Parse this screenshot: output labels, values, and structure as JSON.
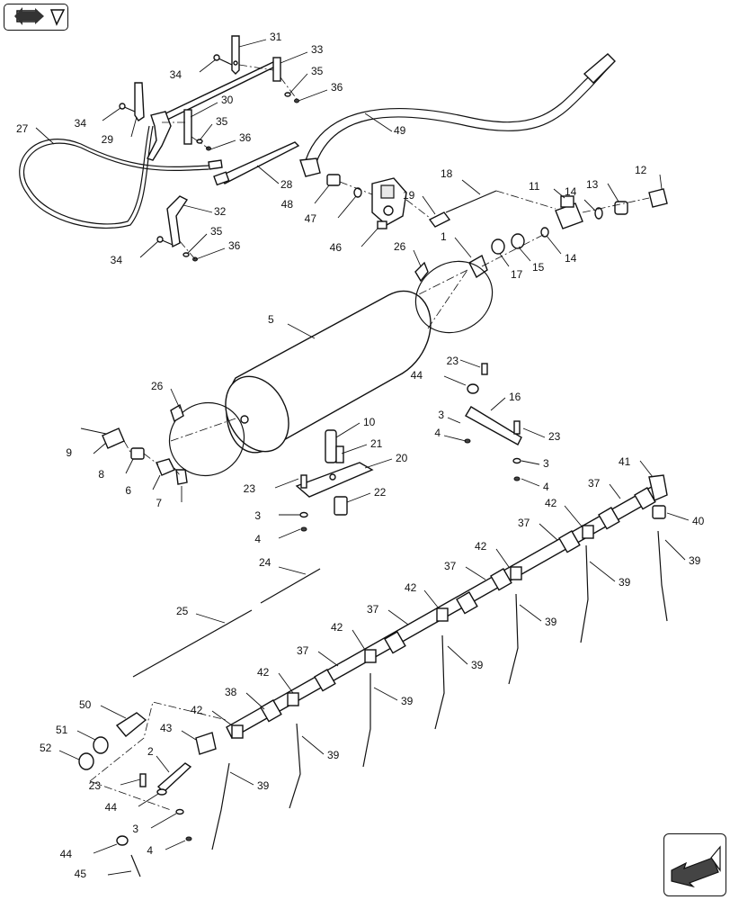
{
  "navigation": {
    "top_icon": "parts-catalog-nav-icon",
    "bottom_icon": "previous-page-arrow-icon"
  },
  "callouts": [
    {
      "id": "c31",
      "label": "31"
    },
    {
      "id": "c33",
      "label": "33"
    },
    {
      "id": "c35a",
      "label": "35"
    },
    {
      "id": "c36a",
      "label": "36"
    },
    {
      "id": "c34a",
      "label": "34"
    },
    {
      "id": "c30",
      "label": "30"
    },
    {
      "id": "c35b",
      "label": "35"
    },
    {
      "id": "c36b",
      "label": "36"
    },
    {
      "id": "c34b",
      "label": "34"
    },
    {
      "id": "c29",
      "label": "29"
    },
    {
      "id": "c27",
      "label": "27"
    },
    {
      "id": "c49",
      "label": "49"
    },
    {
      "id": "c28",
      "label": "28"
    },
    {
      "id": "c32",
      "label": "32"
    },
    {
      "id": "c35c",
      "label": "35"
    },
    {
      "id": "c36c",
      "label": "36"
    },
    {
      "id": "c34c",
      "label": "34"
    },
    {
      "id": "c18",
      "label": "18"
    },
    {
      "id": "c11",
      "label": "11"
    },
    {
      "id": "c14a",
      "label": "14"
    },
    {
      "id": "c13",
      "label": "13"
    },
    {
      "id": "c12",
      "label": "12"
    },
    {
      "id": "c48",
      "label": "48"
    },
    {
      "id": "c19",
      "label": "19"
    },
    {
      "id": "c47",
      "label": "47"
    },
    {
      "id": "c46",
      "label": "46"
    },
    {
      "id": "c1",
      "label": "1"
    },
    {
      "id": "c26a",
      "label": "26"
    },
    {
      "id": "c17",
      "label": "17"
    },
    {
      "id": "c15",
      "label": "15"
    },
    {
      "id": "c14b",
      "label": "14"
    },
    {
      "id": "c5",
      "label": "5"
    },
    {
      "id": "c23a",
      "label": "23"
    },
    {
      "id": "c44a",
      "label": "44"
    },
    {
      "id": "c16",
      "label": "16"
    },
    {
      "id": "c26b",
      "label": "26"
    },
    {
      "id": "c10",
      "label": "10"
    },
    {
      "id": "c3a",
      "label": "3"
    },
    {
      "id": "c4a",
      "label": "4"
    },
    {
      "id": "c23b",
      "label": "23"
    },
    {
      "id": "c9",
      "label": "9"
    },
    {
      "id": "c21",
      "label": "21"
    },
    {
      "id": "c3b",
      "label": "3"
    },
    {
      "id": "c8",
      "label": "8"
    },
    {
      "id": "c20",
      "label": "20"
    },
    {
      "id": "c4b",
      "label": "4"
    },
    {
      "id": "c6",
      "label": "6"
    },
    {
      "id": "c23c",
      "label": "23"
    },
    {
      "id": "c22",
      "label": "22"
    },
    {
      "id": "c7",
      "label": "7"
    },
    {
      "id": "c3c",
      "label": "3"
    },
    {
      "id": "c4c",
      "label": "4"
    },
    {
      "id": "c41",
      "label": "41"
    },
    {
      "id": "c37a",
      "label": "37"
    },
    {
      "id": "c42a",
      "label": "42"
    },
    {
      "id": "c40",
      "label": "40"
    },
    {
      "id": "c37b",
      "label": "37"
    },
    {
      "id": "c24",
      "label": "24"
    },
    {
      "id": "c42b",
      "label": "42"
    },
    {
      "id": "c39a",
      "label": "39"
    },
    {
      "id": "c37c",
      "label": "37"
    },
    {
      "id": "c25",
      "label": "25"
    },
    {
      "id": "c42c",
      "label": "42"
    },
    {
      "id": "c39b",
      "label": "39"
    },
    {
      "id": "c37d",
      "label": "37"
    },
    {
      "id": "c39c",
      "label": "39"
    },
    {
      "id": "c42d",
      "label": "42"
    },
    {
      "id": "c39d",
      "label": "39"
    },
    {
      "id": "c37e",
      "label": "37"
    },
    {
      "id": "c42e",
      "label": "42"
    },
    {
      "id": "c39e",
      "label": "39"
    },
    {
      "id": "c50",
      "label": "50"
    },
    {
      "id": "c38",
      "label": "38"
    },
    {
      "id": "c42f",
      "label": "42"
    },
    {
      "id": "c51",
      "label": "51"
    },
    {
      "id": "c43",
      "label": "43"
    },
    {
      "id": "c39f",
      "label": "39"
    },
    {
      "id": "c52",
      "label": "52"
    },
    {
      "id": "c2",
      "label": "2"
    },
    {
      "id": "c39g",
      "label": "39"
    },
    {
      "id": "c23d",
      "label": "23"
    },
    {
      "id": "c44b",
      "label": "44"
    },
    {
      "id": "c3d",
      "label": "3"
    },
    {
      "id": "c4d",
      "label": "4"
    },
    {
      "id": "c44c",
      "label": "44"
    },
    {
      "id": "c45",
      "label": "45"
    }
  ]
}
